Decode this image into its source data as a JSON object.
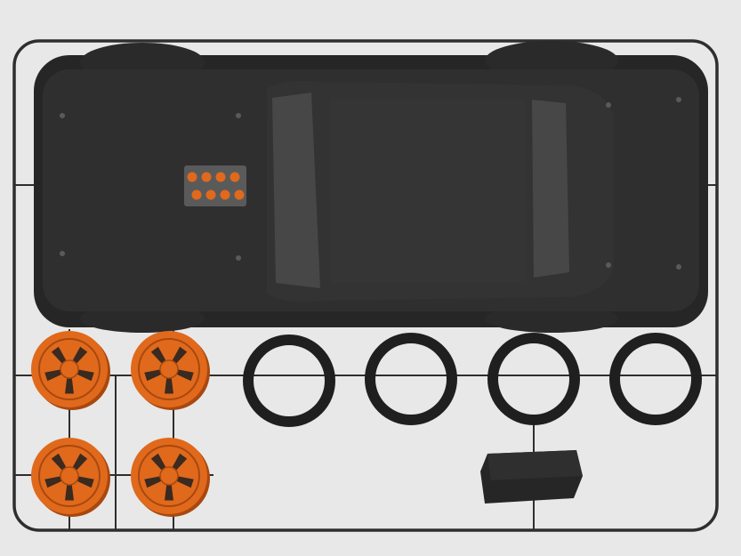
{
  "scene": {
    "background_color": "#e8e8e8",
    "sprue_color": "#2e2e2e",
    "body_color": "#2b2b2b",
    "body_highlight_color": "#3d3d3d",
    "glass_color": "#474747",
    "wheel_color": "#e0691c",
    "wheel_dark_color": "#a8480f",
    "tire_color": "#1f1f1f",
    "engine_plate_color": "#5a5a5a"
  },
  "parts": {
    "car_body": "car-body",
    "wheels": [
      "wheel-1",
      "wheel-2",
      "wheel-3",
      "wheel-4"
    ],
    "tires": [
      "tire-1",
      "tire-2",
      "tire-3",
      "tire-4"
    ],
    "accessory": "spoiler-block",
    "engine_detail": "intake-stacks"
  }
}
